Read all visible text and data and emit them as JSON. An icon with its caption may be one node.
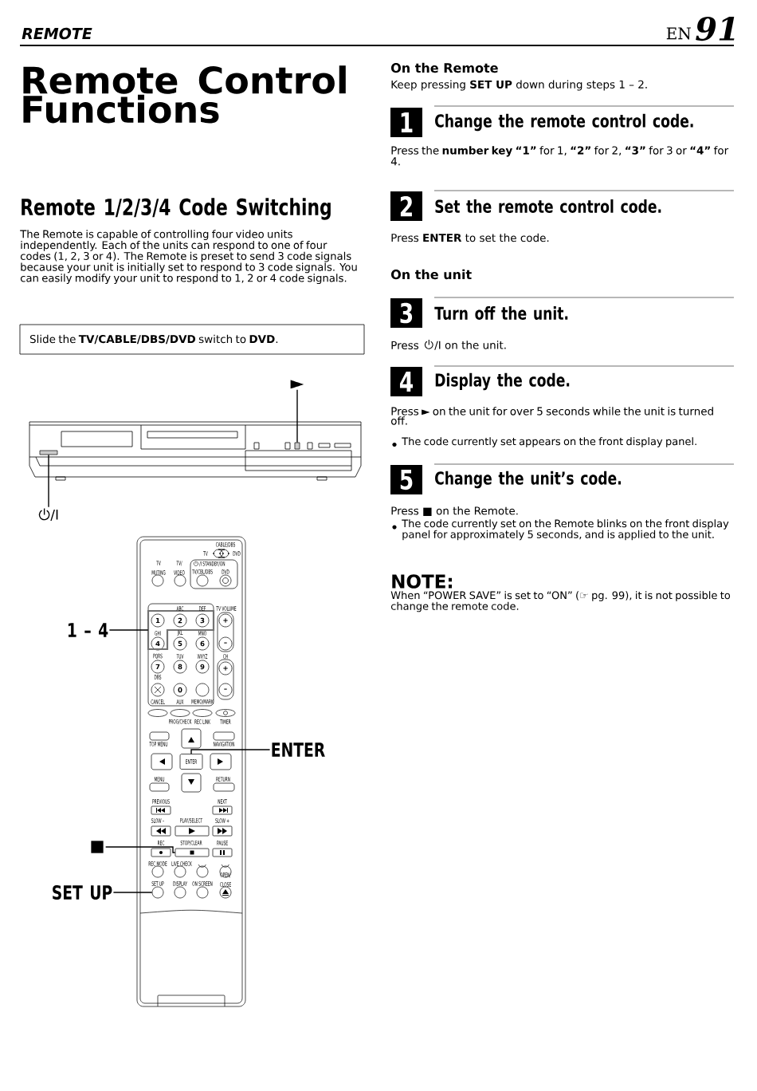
{
  "diagram": {
    "title": "Remote Control Functions",
    "nodes": [
      {
        "text": [
          "►"
        ]
      },
      {
        "text": [],
        "shape": "box"
      },
      {
        "text": [
          "/I"
        ]
      },
      {
        "text": [],
        "shape": "box"
      },
      {
        "text": [
          "1 – 4"
        ]
      },
      {
        "text": [],
        "shape": "box"
      },
      {
        "text": [
          "ENTER"
        ]
      },
      {
        "text": [
          "ENTER"
        ]
      },
      {
        "text": [
          "■"
        ]
      },
      {
        "text": [],
        "shape": "box"
      },
      {
        "text": [
          "SET UP"
        ]
      },
      {
        "text": [],
        "shape": "circle"
      },
      {
        "text": [
          "Slide the **TV/CABLE/DBS/DVD** switch to **DVD**."
        ]
      },
      {
        "text": [
          "1"
        ],
        "beside": [
          "Change the remote control code."
        ]
      },
      {
        "text": [
          "2"
        ],
        "beside": [
          "Set the remote control code."
        ]
      },
      {
        "text": [
          "3"
        ],
        "beside": [
          "Turn off the unit."
        ]
      },
      {
        "text": [
          "4"
        ],
        "beside": [
          "Display the code."
        ]
      },
      {
        "text": [
          "5"
        ],
        "beside": [
          "Change the unit’s code."
        ]
      }
    ],
    "edges": [
      {
        "from": 0,
        "to": 1,
        "arrow": "none"
      },
      {
        "from": 2,
        "to": 3,
        "arrow": "none"
      },
      {
        "from": 4,
        "to": 5,
        "arrow": "none"
      },
      {
        "from": 6,
        "to": 7,
        "arrow": "none"
      },
      {
        "from": 8,
        "to": 9,
        "arrow": "none"
      },
      {
        "from": 10,
        "to": 11,
        "arrow": "none"
      }
    ],
    "labels": [
      "REMOTE",
      "EN",
      "91",
      "Remote 1/2/3/4 Code Switching",
      "The Remote is capable of controlling four video units independently. Each of the units can respond to one of four codes (1, 2, 3 or 4). The Remote is preset to send 3 code signals because your unit is initially set to respond to 3 code signals. You can easily modify your unit to respond to 1, 2 or 4 code signals.",
      "On the Remote",
      "Keep pressing **SET UP** down during steps 1 – 2.",
      "Press the **number key “1”** for 1, **“2”** for 2, **“3”** for 3 or **“4”** for 4.",
      "Press **ENTER** to set the code.",
      "On the unit",
      "Press",
      "/I on the unit.",
      "Press ► on the unit for over 5 seconds while the unit is turned off.",
      "The code currently set appears on the front display panel.",
      "Press ■ on the Remote.",
      "The code currently set on the Remote blinks on the front display panel for approximately 5 seconds, and is applied to the unit.",
      "NOTE:",
      "When “POWER SAVE” is set to “ON” (☞ pg. 99), it is not possible to change the remote code.",
      "CABLE/DBS",
      "TV",
      "DVD",
      "TV MUTING",
      "TV/ VIDEO",
      "/I STANDBY/ON",
      "TV/CBL/DBS",
      "DVD",
      "ABC",
      "DEF",
      "TV VOLUME",
      "1",
      "2",
      "3",
      "+",
      "GHI",
      "JKL",
      "MNO",
      "4",
      "5",
      "6",
      "–",
      "PQRS",
      "TUV",
      "WXYZ",
      "CH",
      "7",
      "8",
      "9",
      "+",
      "DBS",
      "0",
      "–",
      "CANCEL",
      "AUX",
      "MEMO/MARK",
      "PROG/CHECK",
      "REC LINK",
      "TIMER",
      "TOP MENU",
      "NAVIGATION",
      "MENU",
      "RETURN",
      "PREVIOUS",
      "NEXT",
      "SLOW –",
      "PLAY/SELECT",
      "SLOW +",
      "REC",
      "STOP/CLEAR",
      "PAUSE",
      "REC MODE",
      "LIVE CHECK",
      "SET UP",
      "DISPLAY",
      "ON SCREEN",
      "OPEN/ CLOSE"
    ]
  }
}
